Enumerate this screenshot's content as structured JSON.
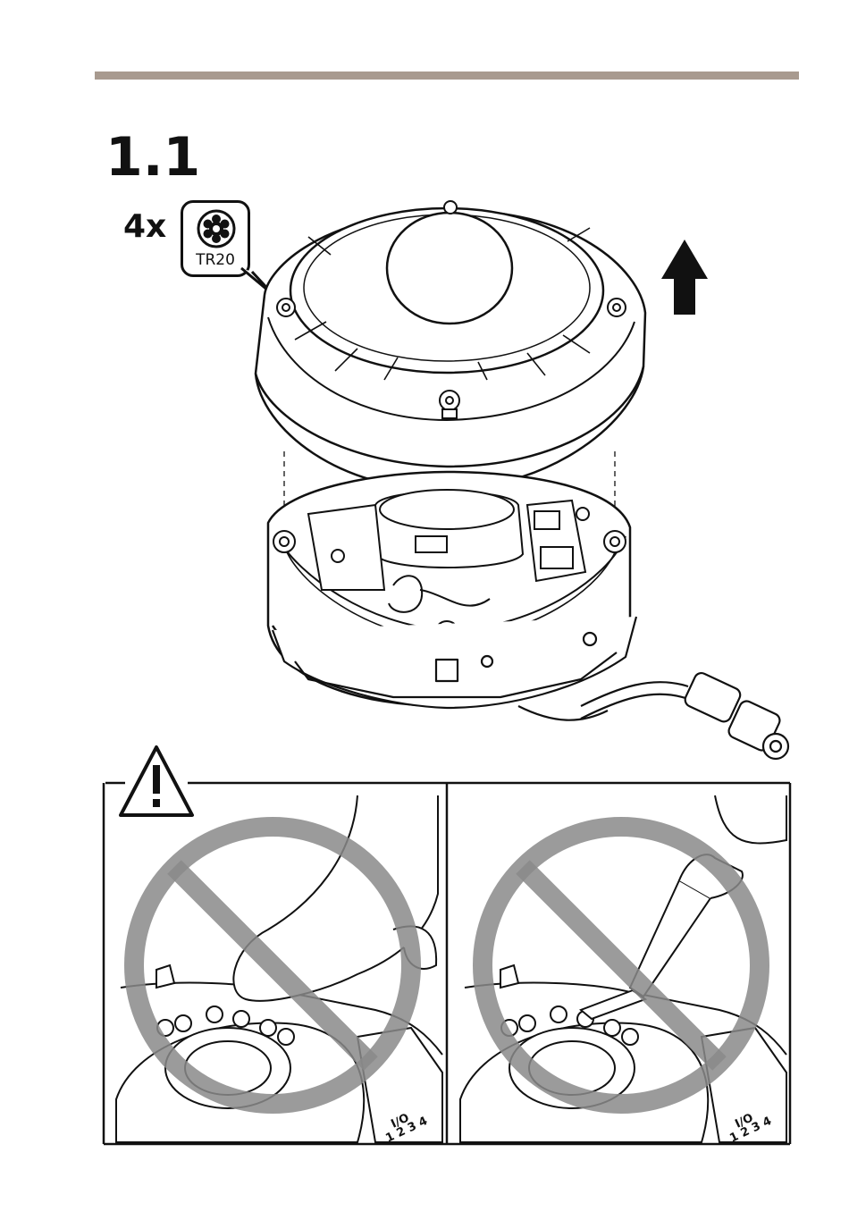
{
  "header": {
    "rule_color": "#a89a8f"
  },
  "step": {
    "number": "1.1"
  },
  "screws": {
    "quantity": "4x",
    "driver": "TR20",
    "icon": "torx-bit-icon"
  },
  "direction": {
    "icon": "arrow-up-icon"
  },
  "warning": {
    "icon": "warning-triangle-icon",
    "prohibit_color": "#8a8a8a",
    "panels": [
      {
        "icon": "finger-touch-icon",
        "io_label": "I/O",
        "io_pins": "1 2 3 4"
      },
      {
        "icon": "screwdriver-icon",
        "io_label": "I/O",
        "io_pins": "1 2 3 4"
      }
    ]
  }
}
